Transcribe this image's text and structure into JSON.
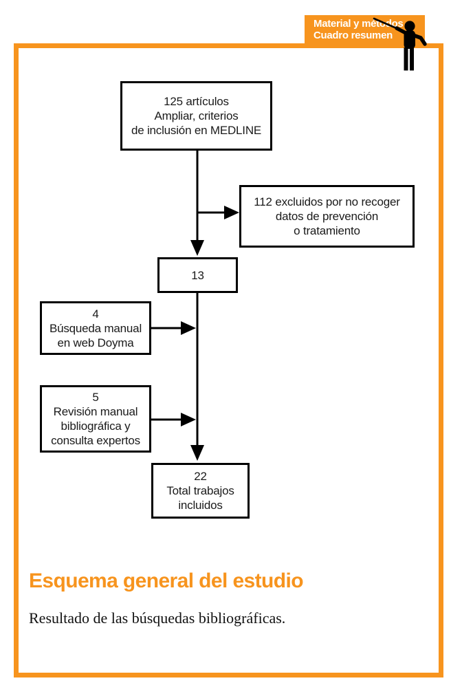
{
  "colors": {
    "accent": "#F7941E",
    "line": "#000000",
    "text": "#1a1a1a",
    "tab_text": "#ffffff"
  },
  "header_tab": {
    "line1": "Material y métodos",
    "line2": "Cuadro resumen"
  },
  "flowchart": {
    "boxes": [
      {
        "id": "medline",
        "text": "125 artículos\nAmpliar, criterios\nde inclusión en MEDLINE"
      },
      {
        "id": "excluded",
        "text": "112 excluidos por no recoger\ndatos de prevención\no tratamiento"
      },
      {
        "id": "retained",
        "text": "13"
      },
      {
        "id": "doyma",
        "text": "4\nBúsqueda manual\nen web Doyma"
      },
      {
        "id": "review",
        "text": "5\nRevisión manual\nbibliográfica y\nconsulta expertos"
      },
      {
        "id": "total",
        "text": "22\nTotal trabajos\nincluidos"
      }
    ]
  },
  "footer": {
    "title": "Esquema general del estudio",
    "caption": "Resultado de las búsquedas bibliográficas."
  }
}
